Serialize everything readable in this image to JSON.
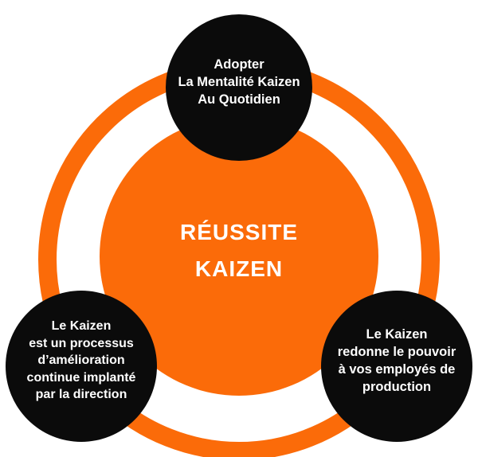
{
  "diagram": {
    "type": "hub-and-spoke",
    "colors": {
      "orange": "#FB6B09",
      "black": "#0B0B0B",
      "text": "#FFFFFF",
      "background": "#FFFFFF"
    },
    "center": {
      "lines": [
        "RÉUSSITE",
        "KAIZEN"
      ]
    },
    "satellites": {
      "top": {
        "lines": [
          "Adopter",
          "La Mentalité Kaizen",
          "Au Quotidien"
        ]
      },
      "bottom_left": {
        "lines": [
          "Le Kaizen",
          "est un processus",
          "d’amélioration",
          "continue implanté",
          "par la direction"
        ]
      },
      "bottom_right": {
        "lines": [
          "Le Kaizen",
          "redonne le pouvoir",
          "à vos employés de",
          "production"
        ]
      }
    }
  }
}
